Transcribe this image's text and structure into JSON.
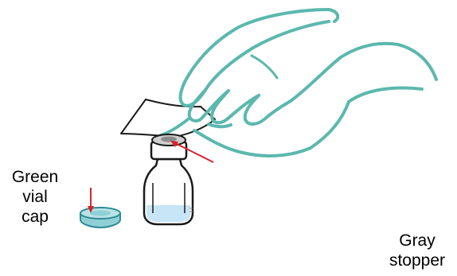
{
  "labels": {
    "green_vial_cap": [
      "Green",
      "vial",
      "cap"
    ],
    "gray_stopper": [
      "Gray",
      "stopper"
    ]
  },
  "colors": {
    "hand_outline": "#5bb8ad",
    "pointer_arrow": "#d9232e",
    "cap_fill": "#8fd0d6",
    "cap_stroke": "#2f8b95",
    "liquid": "#c7e5f5",
    "outline": "#1a1a1a"
  },
  "icons": {
    "hand": "hand-icon",
    "vial": "vial-icon",
    "cap": "vial-cap-icon",
    "swab": "alcohol-swab-icon"
  }
}
